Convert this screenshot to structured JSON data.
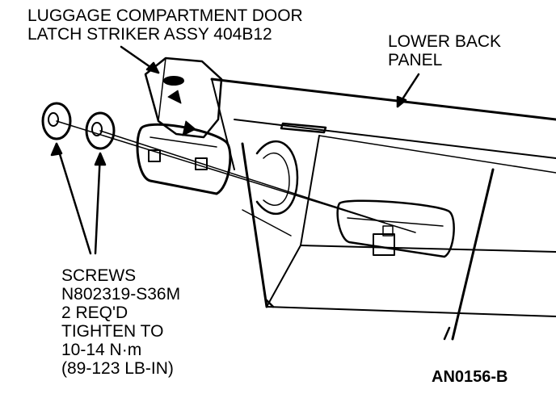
{
  "labels": {
    "striker": [
      "LUGGAGE COMPARTMENT DOOR",
      "LATCH STRIKER ASSY 404B12"
    ],
    "lower_back_panel": [
      "LOWER BACK",
      "PANEL"
    ],
    "screws": [
      "SCREWS",
      "N802319-S36M",
      "2 REQ'D",
      "TIGHTEN TO",
      "10-14 N·m",
      "(89-123 LB-IN)"
    ],
    "figure_id": "AN0156-B"
  },
  "colors": {
    "ink": "#000000",
    "paper": "#ffffff"
  }
}
